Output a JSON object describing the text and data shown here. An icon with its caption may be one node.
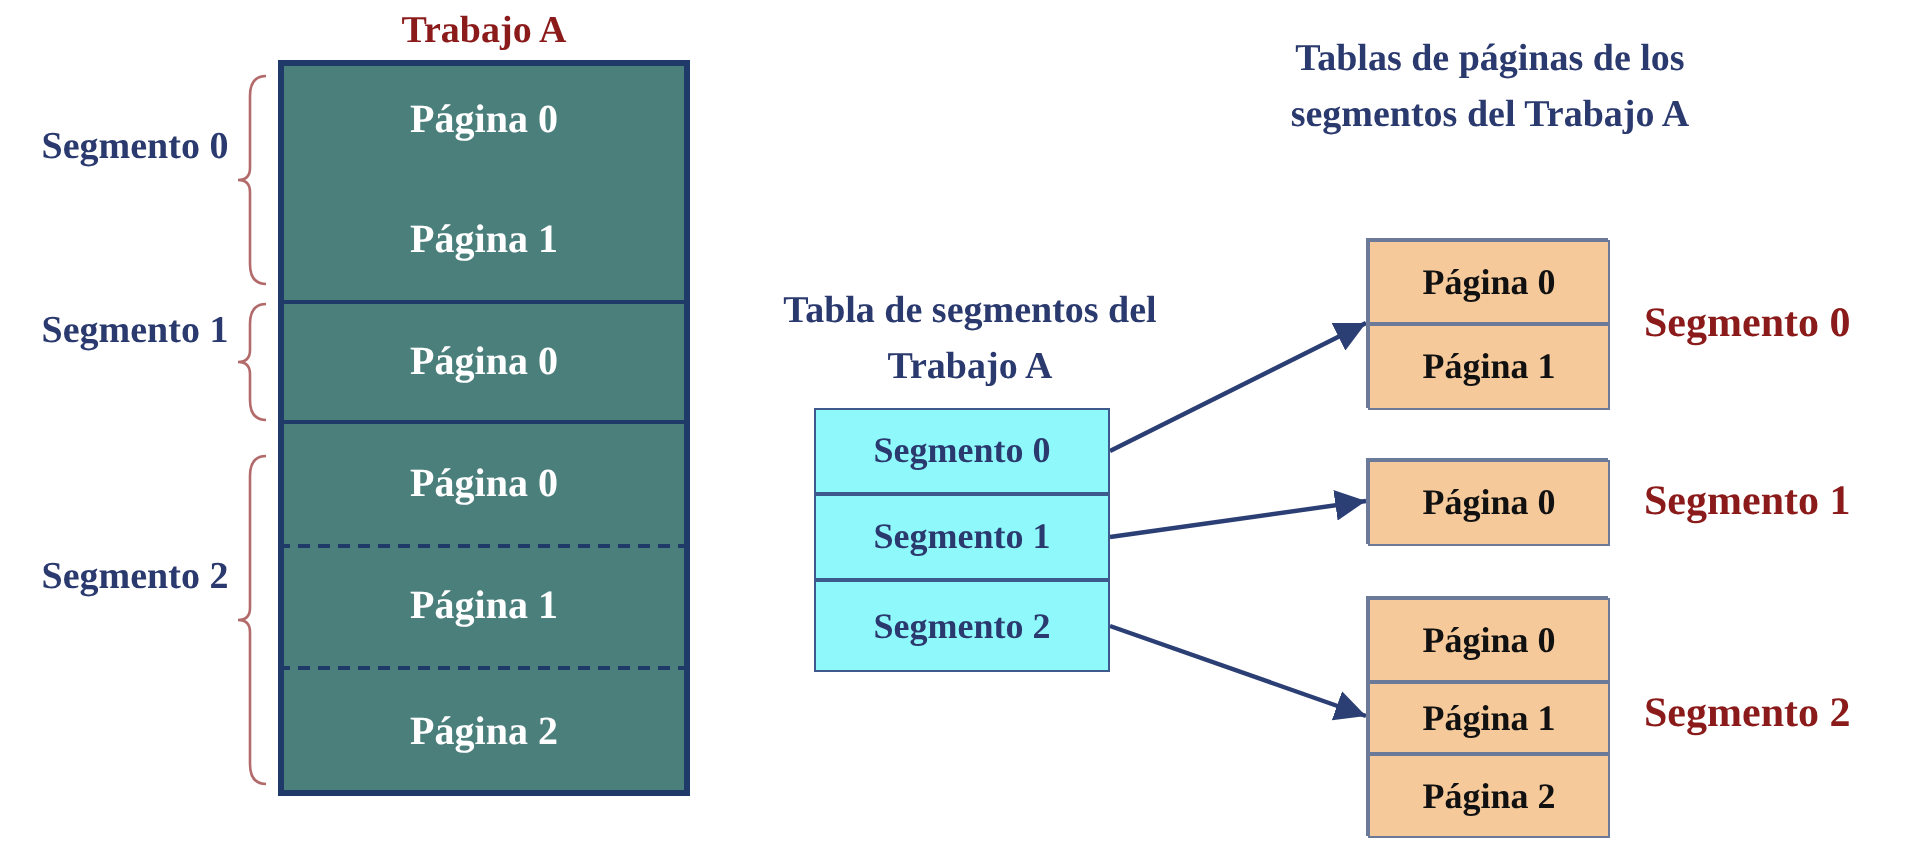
{
  "diagram": {
    "nodes": [
      {
        "text": [
          "Trabajo A"
        ]
      },
      {
        "text": [
          "Página 0"
        ],
        "in": 0
      },
      {
        "text": [
          "Página 1"
        ],
        "in": 0
      },
      {
        "text": [
          "Página 0"
        ],
        "in": 0
      },
      {
        "text": [
          "Página 0"
        ],
        "in": 0
      },
      {
        "text": [
          "Página 1"
        ],
        "in": 0
      },
      {
        "text": [
          "Página 2"
        ],
        "in": 0
      },
      {
        "text": [
          "Tabla de segmentos del Trabajo A"
        ]
      },
      {
        "text": [
          "Segmento 0"
        ],
        "in": 7
      },
      {
        "text": [
          "Segmento 1"
        ],
        "in": 7
      },
      {
        "text": [
          "Segmento 2"
        ],
        "in": 7
      },
      {
        "text": [],
        "shape": "box",
        "beside": [
          "Segmento 0"
        ]
      },
      {
        "text": [
          "Página 0"
        ],
        "in": 11
      },
      {
        "text": [
          "Página 1"
        ],
        "in": 11
      },
      {
        "text": [],
        "shape": "box",
        "beside": [
          "Segmento 1"
        ]
      },
      {
        "text": [
          "Página 0"
        ],
        "in": 14
      },
      {
        "text": [],
        "shape": "box",
        "beside": [
          "Segmento 2"
        ]
      },
      {
        "text": [
          "Página 0"
        ],
        "in": 16
      },
      {
        "text": [
          "Página 1"
        ],
        "in": 16
      },
      {
        "text": [
          "Página 2"
        ],
        "in": 16
      }
    ],
    "edges": [
      {
        "from": 8,
        "to": 11,
        "arrow": "to"
      },
      {
        "from": 9,
        "to": 14,
        "arrow": "to"
      },
      {
        "from": 10,
        "to": 16,
        "arrow": "to"
      }
    ],
    "labels": [
      "Segmento 0",
      "Segmento 1",
      "Segmento 2",
      "Tablas de páginas de los segmentos del Trabajo A"
    ]
  }
}
